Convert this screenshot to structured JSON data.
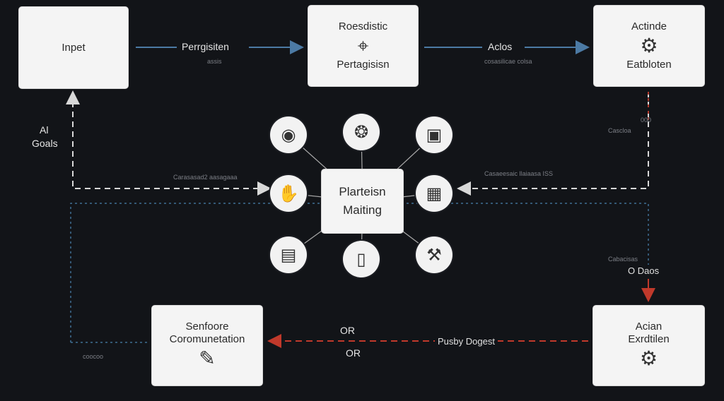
{
  "boxes": {
    "input": {
      "label": "Inpet"
    },
    "perception": {
      "top_label": "Roesdistic",
      "bottom_label": "Pertagisisn",
      "icon": "camera-rig-icon"
    },
    "action": {
      "top_label": "Actinde",
      "bottom_label": "Eatbloten",
      "icon": "robot-arm-icon"
    },
    "decision": {
      "label_line1": "Plarteisn",
      "label_line2": "Maiting"
    },
    "feedback": {
      "label_line1": "Senfoore",
      "label_line2": "Coromunetation",
      "icon": "document-pen-icon"
    },
    "execution": {
      "label_line1": "Acian",
      "label_line2": "Exrdtilen",
      "icon": "robot-icon"
    }
  },
  "labels": {
    "perception_arrow": "Perrgisiten",
    "perception_arrow_sub": "assis",
    "action_arrow": "Aclos",
    "action_arrow_sub": "cosasilicae colsa",
    "goals_line1": "Al",
    "goals_line2": "Goals",
    "left_dashed": "Carasasad2 aasagaaa",
    "right_dashed": "Casaeesaic llaiaasa ISS",
    "right_top_1": "000",
    "right_top_2": "Cascloa",
    "right_lower_1": "Cabacisas",
    "right_lower_2": "O Daos",
    "mid_top": "OR",
    "mid_bottom": "OR",
    "bottom_arrow": "Pusby Dogest",
    "bottom_left": "coocoo"
  },
  "nodes": [
    {
      "icon": "camera-icon",
      "glyph": "◉"
    },
    {
      "icon": "brain-icon",
      "glyph": "❂"
    },
    {
      "icon": "monitor-icon",
      "glyph": "▣"
    },
    {
      "icon": "hand-icon",
      "glyph": "✋"
    },
    {
      "icon": "chart-icon",
      "glyph": "▦"
    },
    {
      "icon": "tablet-icon",
      "glyph": "▤"
    },
    {
      "icon": "battery-icon",
      "glyph": "▯"
    },
    {
      "icon": "tool-icon",
      "glyph": "⚒"
    }
  ]
}
